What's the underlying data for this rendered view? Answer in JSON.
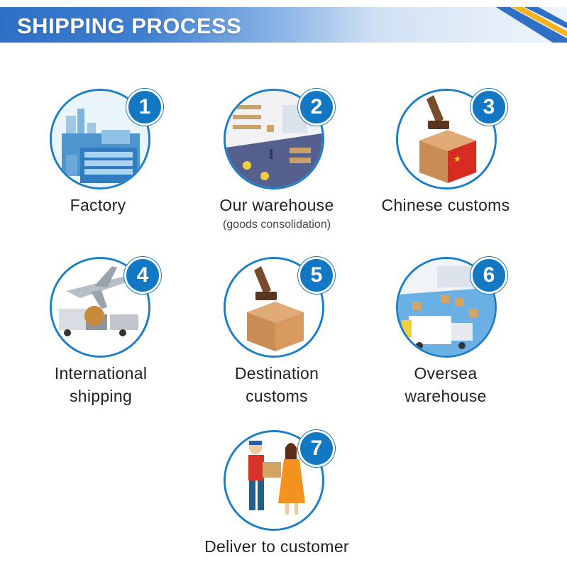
{
  "header": {
    "title": "SHIPPING PROCESS"
  },
  "colors": {
    "accent": "#1378c4",
    "banner": "#2f6fc6",
    "stripe_yellow": "#f5b21a"
  },
  "steps": [
    {
      "number": "1",
      "label": "Factory",
      "icon": "factory-icon"
    },
    {
      "number": "2",
      "label": "Our warehouse",
      "sublabel": "(goods consolidation)",
      "icon": "warehouse-icon"
    },
    {
      "number": "3",
      "label": "Chinese customs",
      "icon": "customs-stamp-china-icon"
    },
    {
      "number": "4",
      "label_line1": "International",
      "label_line2": "shipping",
      "icon": "plane-truck-icon"
    },
    {
      "number": "5",
      "label_line1": "Destination",
      "label_line2": "customs",
      "icon": "customs-stamp-box-icon"
    },
    {
      "number": "6",
      "label_line1": "Oversea",
      "label_line2": "warehouse",
      "icon": "oversea-warehouse-icon"
    },
    {
      "number": "7",
      "label": "Deliver to customer",
      "icon": "delivery-people-icon"
    }
  ]
}
